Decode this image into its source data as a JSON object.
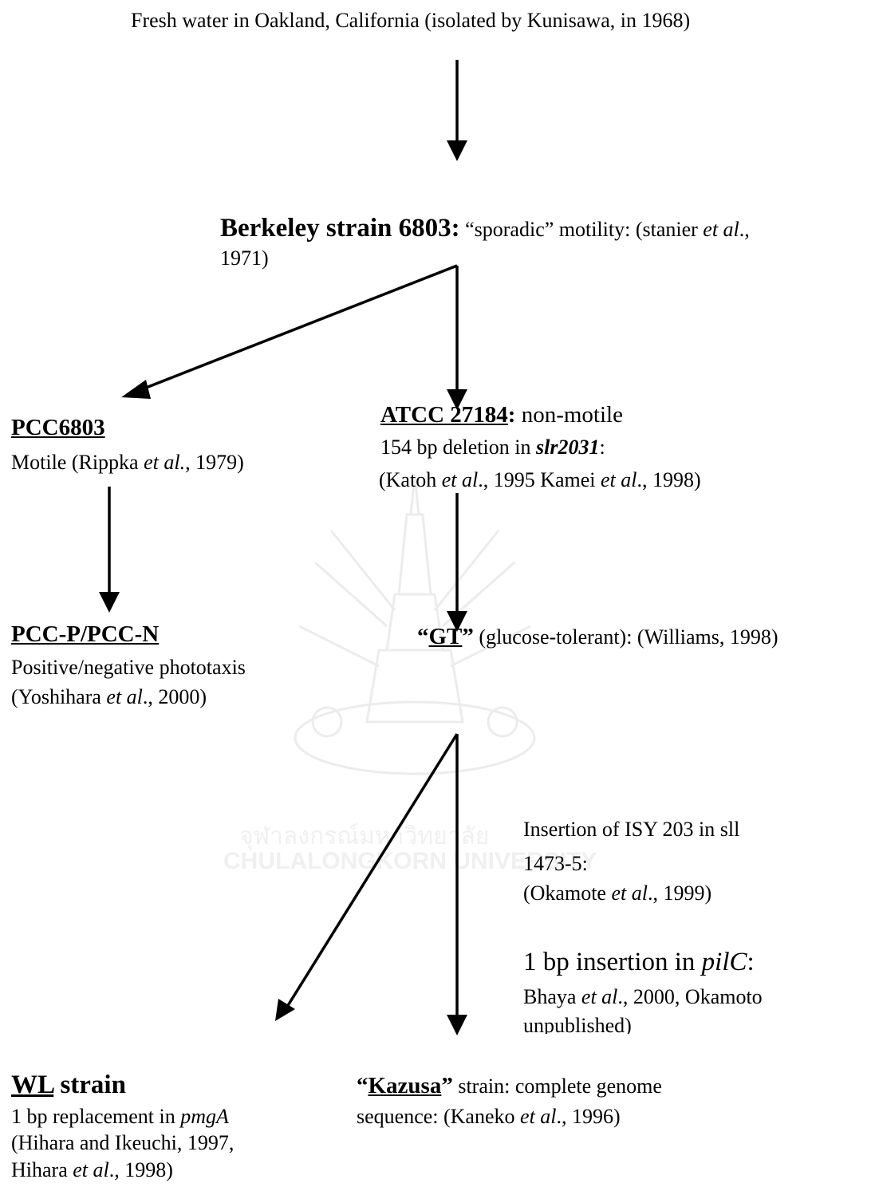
{
  "source": {
    "text": "Fresh water in Oakland, California (isolated by Kunisawa,  in 1968)"
  },
  "berkeley": {
    "name": "Berkeley strain 6803:",
    "desc_a": " “sporadic” motility: (stanier ",
    "etal": "et al",
    "desc_b": ".,",
    "line2": "1971)"
  },
  "pcc6803": {
    "name": "PCC6803",
    "line1_a": "Motile (Rippka ",
    "line1_etal": "et al.",
    "line1_b": ", 1979)"
  },
  "atcc": {
    "name": "ATCC 27184",
    "colon": ":",
    "desc": " non-motile",
    "line2_a": " 154 bp deletion in  ",
    "line2_gene": "slr2031",
    "line2_b": ":",
    "line3_a": "(Katoh ",
    "line3_etal1": "et al",
    "line3_b": "., 1995 Kamei ",
    "line3_etal2": "et al",
    "line3_c": "., 1998)"
  },
  "pccpn": {
    "name": "PCC-P/PCC-N",
    "line1": "Positive/negative phototaxis",
    "line2_a": "(Yoshihara ",
    "line2_etal": "et al",
    "line2_b": "., 2000)"
  },
  "gt": {
    "open": "“",
    "name": "GT",
    "close": "”",
    "desc": " (glucose-tolerant): (Williams, 1998)"
  },
  "insertion": {
    "line1": "Insertion of ISY 203 in sll",
    "line2": "1473-5:",
    "line3_a": "(Okamote ",
    "line3_etal": "et al",
    "line3_b": "., 1999)"
  },
  "pilc": {
    "line1_a": "1 bp insertion in ",
    "line1_gene": "pilC",
    "line1_b": ":",
    "line2_a": "Bhaya ",
    "line2_etal": "et al",
    "line2_b": "., 2000, Okamoto",
    "line3": "unpublished)"
  },
  "wl": {
    "name": "WL",
    "suffix": " strain",
    "line1_a": "1 bp replacement in ",
    "line1_gene": "pmgA",
    "line2": "(Hihara and Ikeuchi, 1997,",
    "line3_a": "Hihara ",
    "line3_etal": "et al",
    "line3_b": "., 1998)"
  },
  "kazusa": {
    "open": "“",
    "name": "Kazusa",
    "close": "”",
    "desc": " strain: complete genome",
    "line2_a": "sequence: (Kaneko ",
    "line2_etal": "et al",
    "line2_b": "., 1996)"
  },
  "watermark": {
    "thai": "จุฬาลงกรณ์มหาวิทยาลัย",
    "english": "CHULALONGKORN UNIVERSITY"
  }
}
